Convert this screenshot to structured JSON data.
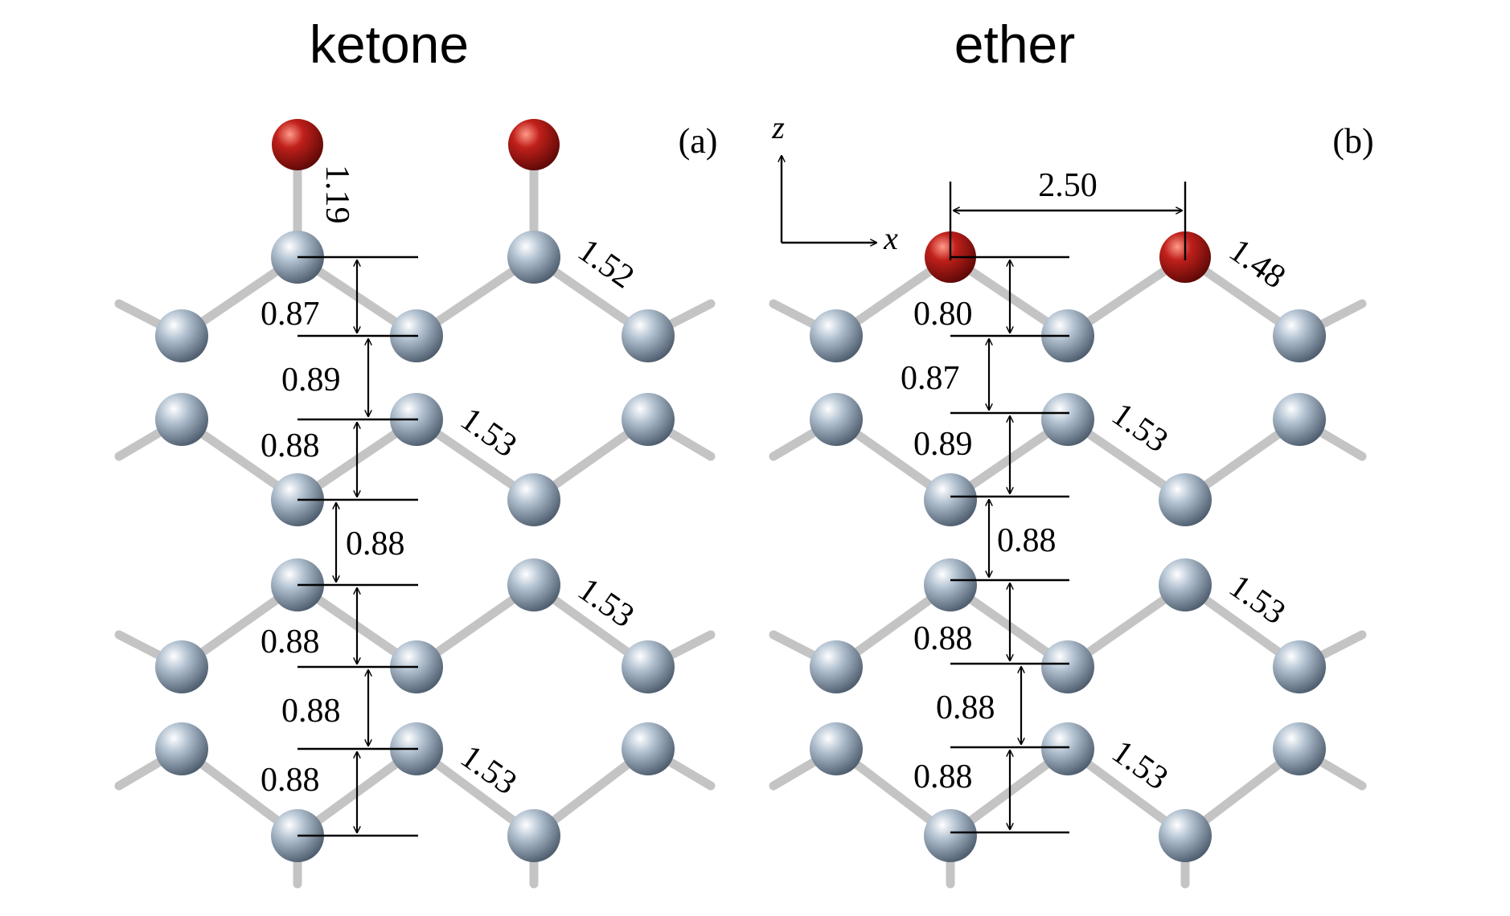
{
  "panels": [
    {
      "id": "a",
      "title": "ketone",
      "label": "(a)",
      "bond_co": "1.19",
      "bond_top": "1.52",
      "spacings": [
        "0.87",
        "0.89",
        "0.88",
        "0.88",
        "0.88",
        "0.88",
        "0.88"
      ],
      "bond_lengths": [
        "1.53",
        "1.53",
        "1.53"
      ]
    },
    {
      "id": "b",
      "title": "ether",
      "label": "(b)",
      "oo_distance": "2.50",
      "bond_top": "1.48",
      "spacings": [
        "0.80",
        "0.87",
        "0.89",
        "0.88",
        "0.88",
        "0.88",
        "0.88"
      ],
      "bond_lengths": [
        "1.53",
        "1.53",
        "1.53"
      ],
      "axis_z": "z",
      "axis_x": "x"
    }
  ],
  "colors": {
    "carbon": "#9fb0c0",
    "oxygen": "#c0201b",
    "bond": "#c4c4c4",
    "ink": "#000000"
  }
}
